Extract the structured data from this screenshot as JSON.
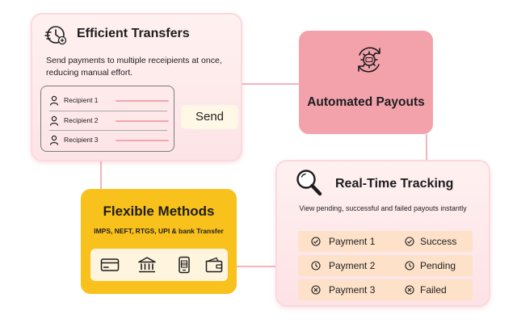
{
  "transfers": {
    "title": "Efficient Transfers",
    "description": "Send payments to multiple receipients at once, reducing manual effort.",
    "recipients": [
      "Recipient 1",
      "Recipient 2",
      "Recipient 3"
    ],
    "send_label": "Send",
    "icon": "clock-transfer-icon"
  },
  "payouts": {
    "title": "Automated Payouts",
    "icon": "gear-cycle-icon"
  },
  "methods": {
    "title": "Flexible Methods",
    "subtitle": "IMPS, NEFT, RTGS, UPI & bank Transfer",
    "icons": [
      "card-icon",
      "bank-icon",
      "upi-phone-icon",
      "wallet-icon"
    ]
  },
  "tracking": {
    "title": "Real-Time Tracking",
    "description": "View pending, successful and failed payouts instantly",
    "icon": "magnifier-icon",
    "rows": [
      {
        "payment": "Payment 1",
        "status": "Success",
        "icon": "check-circle-icon"
      },
      {
        "payment": "Payment 2",
        "status": "Pending",
        "icon": "clock-icon"
      },
      {
        "payment": "Payment 3",
        "status": "Failed",
        "icon": "x-circle-icon"
      }
    ]
  },
  "colors": {
    "connector": "#f3b4bd",
    "payouts_bg": "#f3a2ac",
    "methods_bg": "#f9c11b",
    "card_bg": "#fde4e6",
    "status_row_bg": "#fde1c9"
  }
}
